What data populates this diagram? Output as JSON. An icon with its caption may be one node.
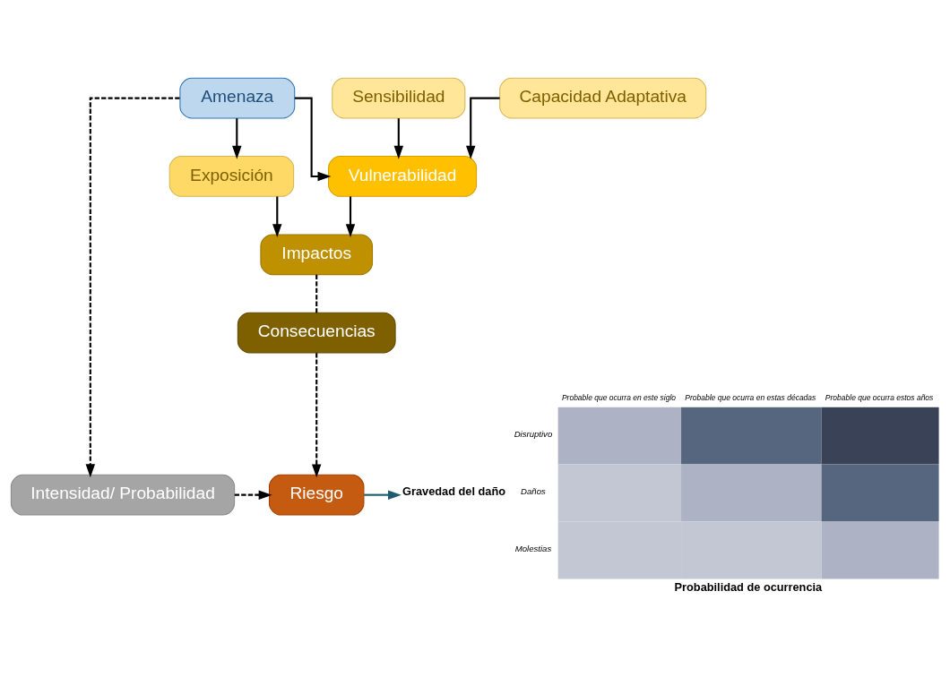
{
  "diagram": {
    "nodes": [
      {
        "text": [
          "Amenaza"
        ]
      },
      {
        "text": [
          "Sensibilidad"
        ]
      },
      {
        "text": [
          "Capacidad Adaptativa"
        ]
      },
      {
        "text": [
          "Exposición"
        ]
      },
      {
        "text": [
          "Vulnerabilidad"
        ]
      },
      {
        "text": [
          "Impactos"
        ]
      },
      {
        "text": [
          "Consecuencias"
        ]
      },
      {
        "text": [
          "Intensidad/ Probabilidad"
        ]
      },
      {
        "text": [
          "Riesgo"
        ]
      },
      {
        "text": [
          "Gravedad del daño",
          "Disruptivo",
          "Daños",
          "Molestias",
          "Probable que ocurra en este siglo",
          "Probable que ocurra en estas décadas",
          "Probable que ocurra estos años",
          "Probabilidad de ocurrencia"
        ]
      }
    ],
    "edges": [
      {
        "from": 0,
        "to": 3,
        "arrow": "to"
      },
      {
        "from": 0,
        "to": 4,
        "arrow": "to"
      },
      {
        "from": 1,
        "to": 4,
        "arrow": "to"
      },
      {
        "from": 2,
        "to": 4,
        "arrow": "to"
      },
      {
        "from": 3,
        "to": 5,
        "arrow": "to"
      },
      {
        "from": 4,
        "to": 5,
        "arrow": "to"
      },
      {
        "from": 5,
        "to": 6,
        "arrow": "none",
        "style": "dashed"
      },
      {
        "from": 6,
        "to": 8,
        "arrow": "to",
        "style": "dashed"
      },
      {
        "from": 0,
        "to": 7,
        "arrow": "to",
        "style": "dashed"
      },
      {
        "from": 7,
        "to": 8,
        "arrow": "to",
        "style": "dashed"
      },
      {
        "from": 8,
        "to": 9,
        "arrow": "to",
        "color": "#1f5c6e"
      }
    ]
  }
}
